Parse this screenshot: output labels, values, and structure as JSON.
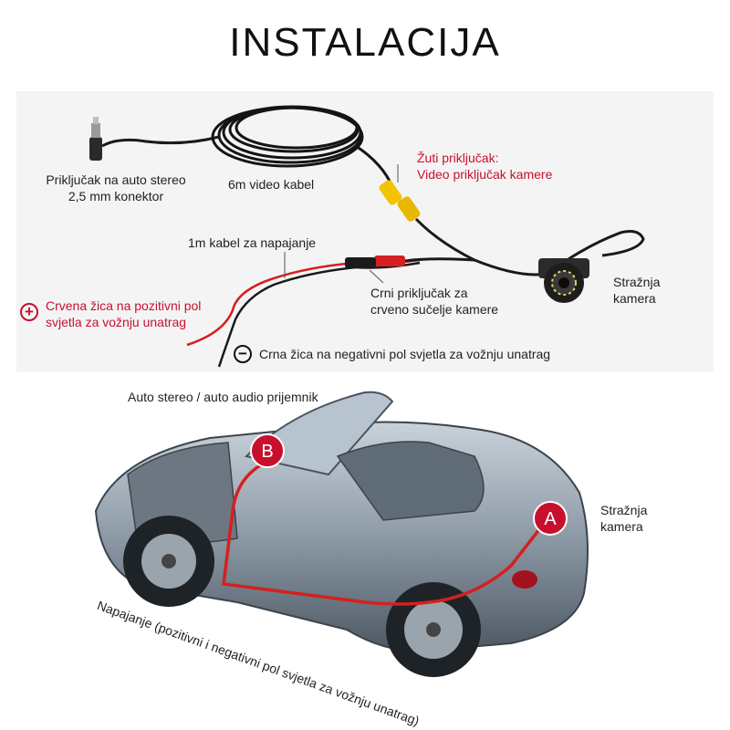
{
  "title": "INSTALACIJA",
  "top_labels": {
    "stereo_connector": "Priključak na auto stereo\n2,5 mm konektor",
    "video_cable": "6m video kabel",
    "yellow_connector_title": "Žuti priključak:",
    "yellow_connector_desc": "Video priključak kamere",
    "power_cable": "1m kabel za napajanje",
    "red_wire": "Crvena žica na pozitivni pol\nsvjetla za vožnju unatrag",
    "black_connector": "Crni priključak za\ncrveno sučelje kamere",
    "rear_camera": "Stražnja\nkamera",
    "black_wire": "Crna žica na negativni pol svjetla za vožnju unatrag"
  },
  "signs": {
    "plus": "+",
    "minus": "−"
  },
  "bottom_labels": {
    "car_stereo": "Auto stereo / auto audio prijemnik",
    "rear_camera": "Stražnja\nkamera",
    "power": "Napajanje (pozitivni i negativni pol svjetla za vožnju unatrag)",
    "marker_a": "A",
    "marker_b": "B"
  },
  "colors": {
    "accent_red": "#c8102e",
    "wire_red": "#d42020",
    "yellow_plug": "#f3c300",
    "cable_black": "#1a1a1a"
  }
}
